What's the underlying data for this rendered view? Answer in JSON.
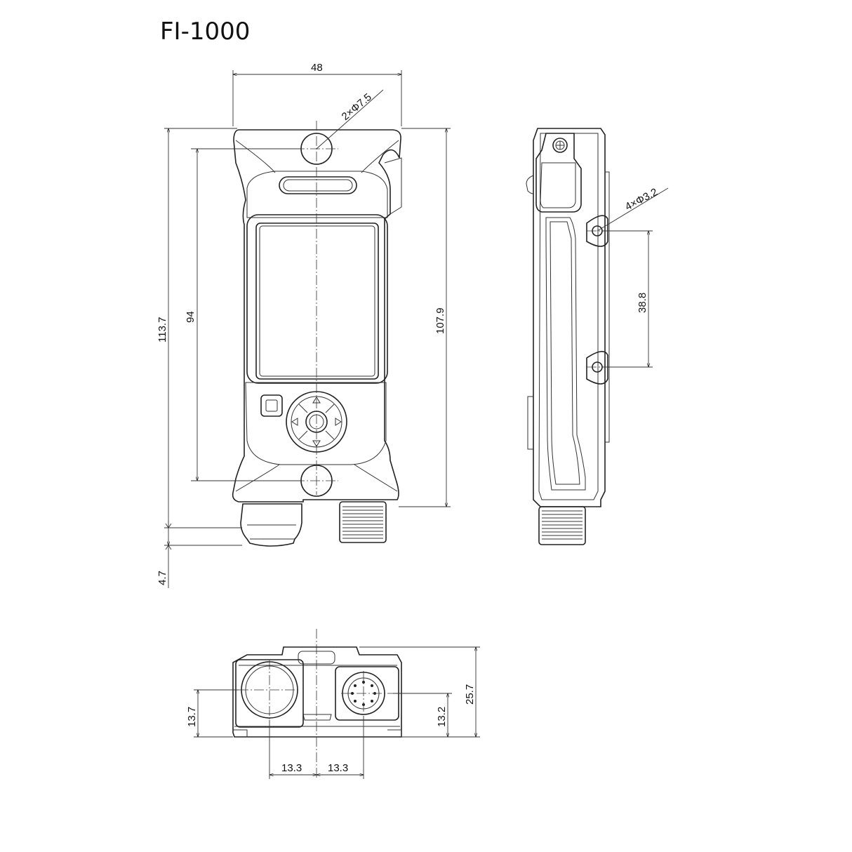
{
  "title": "FI-1000",
  "front_view": {
    "width_label": "48",
    "hole_label": "2×Φ7.5",
    "height_total_label": "113.7",
    "hole_pitch_label": "94",
    "body_height_label": "107.9",
    "connector_label": "4.7"
  },
  "side_view": {
    "hole_label": "4×Φ3.2",
    "hole_pitch_label": "38.8"
  },
  "bottom_view": {
    "depth_label": "25.7",
    "left_conn_height_label": "13.7",
    "right_conn_height_label": "13.2",
    "left_offset_label": "13.3",
    "right_offset_label": "13.3"
  }
}
